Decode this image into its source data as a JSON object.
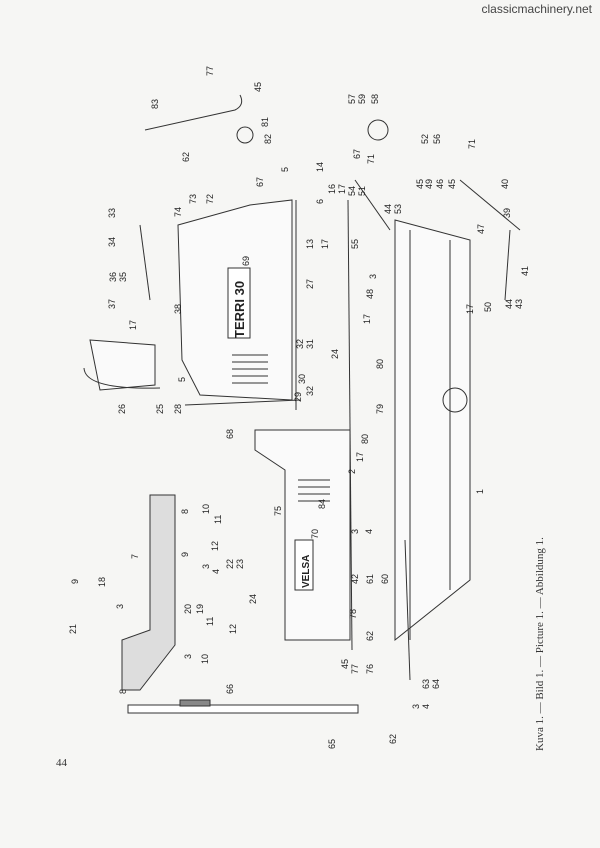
{
  "watermark": "classicmachinery.net",
  "page_number": "44",
  "caption": "Kuva 1. — Bild 1. — Picture 1. — Abbildung 1.",
  "brand_labels": {
    "terri": "TERRI 30",
    "velsa": "VELSA"
  },
  "callouts": [
    "77",
    "45",
    "83",
    "81",
    "82",
    "62",
    "5",
    "67",
    "14",
    "57",
    "59",
    "58",
    "67",
    "71",
    "52",
    "56",
    "71",
    "40",
    "16",
    "17",
    "6",
    "54",
    "51",
    "44",
    "53",
    "45",
    "49",
    "46",
    "45",
    "39",
    "47",
    "33",
    "34",
    "74",
    "73",
    "72",
    "13",
    "17",
    "55",
    "36",
    "35",
    "37",
    "38",
    "17",
    "69",
    "27",
    "3",
    "48",
    "44",
    "43",
    "41",
    "50",
    "17",
    "32",
    "31",
    "24",
    "29",
    "30",
    "32",
    "80",
    "17",
    "26",
    "25",
    "28",
    "5",
    "79",
    "80",
    "17",
    "68",
    "2",
    "1",
    "84",
    "75",
    "70",
    "8",
    "10",
    "11",
    "12",
    "9",
    "7",
    "22",
    "23",
    "3",
    "4",
    "24",
    "3",
    "4",
    "42",
    "61",
    "60",
    "78",
    "62",
    "9",
    "18",
    "21",
    "3",
    "20",
    "19",
    "11",
    "12",
    "3",
    "10",
    "8",
    "66",
    "65",
    "45",
    "77",
    "76",
    "63",
    "64",
    "3",
    "4",
    "62"
  ]
}
